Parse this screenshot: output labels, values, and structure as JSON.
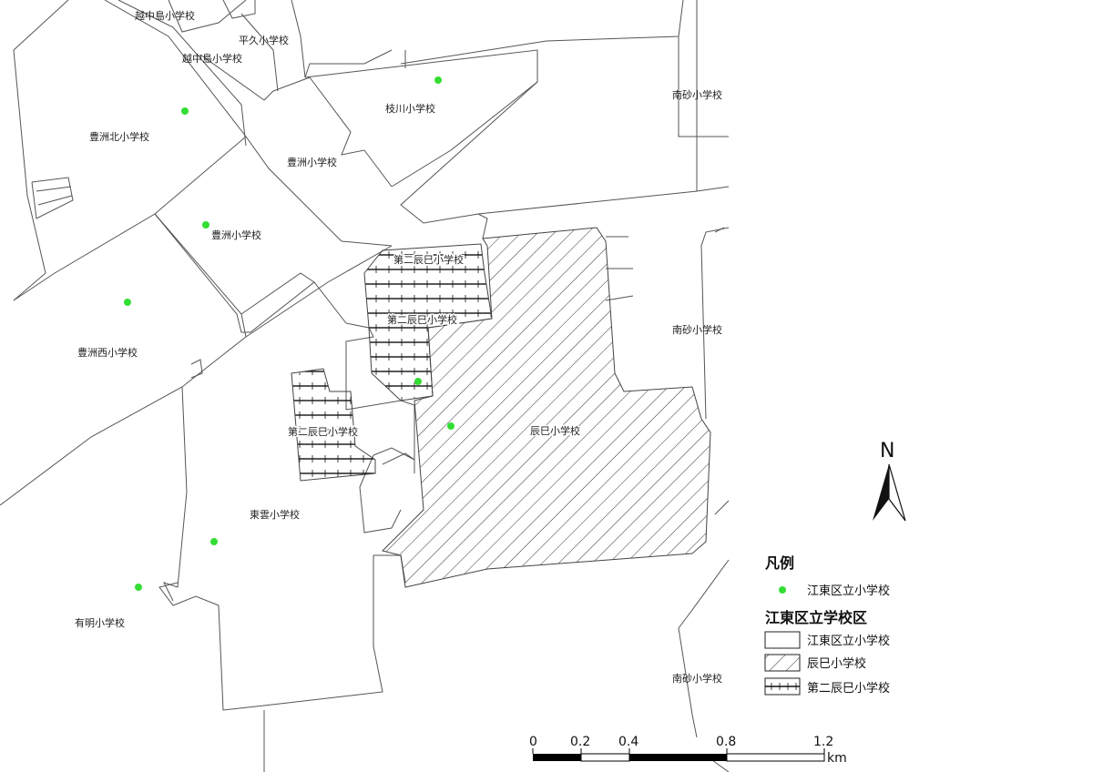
{
  "labels": {
    "koshinakajima_top": "越中島小学校",
    "heikyu": "平久小学校",
    "koshinakajima": "越中島小学校",
    "edagawa": "枝川小学校",
    "minamisuna_1": "南砂小学校",
    "toyosu_kita": "豊洲北小学校",
    "toyosu_1": "豊洲小学校",
    "toyosu_2": "豊洲小学校",
    "daini_tatsumi_1": "第二辰巳小学校",
    "daini_tatsumi_2": "第二辰巳小学校",
    "daini_tatsumi_3": "第二辰巳小学校",
    "toyosu_nishi": "豊洲西小学校",
    "minamisuna_2": "南砂小学校",
    "tatsumi": "辰巳小学校",
    "shinonome": "東雲小学校",
    "ariake": "有明小学校",
    "minamisuna_3": "南砂小学校"
  },
  "legend": {
    "title": "凡例",
    "point_item": "江東区立小学校",
    "district_title": "江東区立学校区",
    "items": [
      "江東区立小学校",
      "辰巳小学校",
      "第二辰巳小学校"
    ]
  },
  "north": "N",
  "scale_bar": {
    "ticks": [
      "0",
      "0.2",
      "0.4",
      "0.8",
      "1.2"
    ],
    "unit": "km"
  },
  "colors": {
    "school_point": "#33dd33",
    "outline": "#444444",
    "hatch": "#333333"
  }
}
